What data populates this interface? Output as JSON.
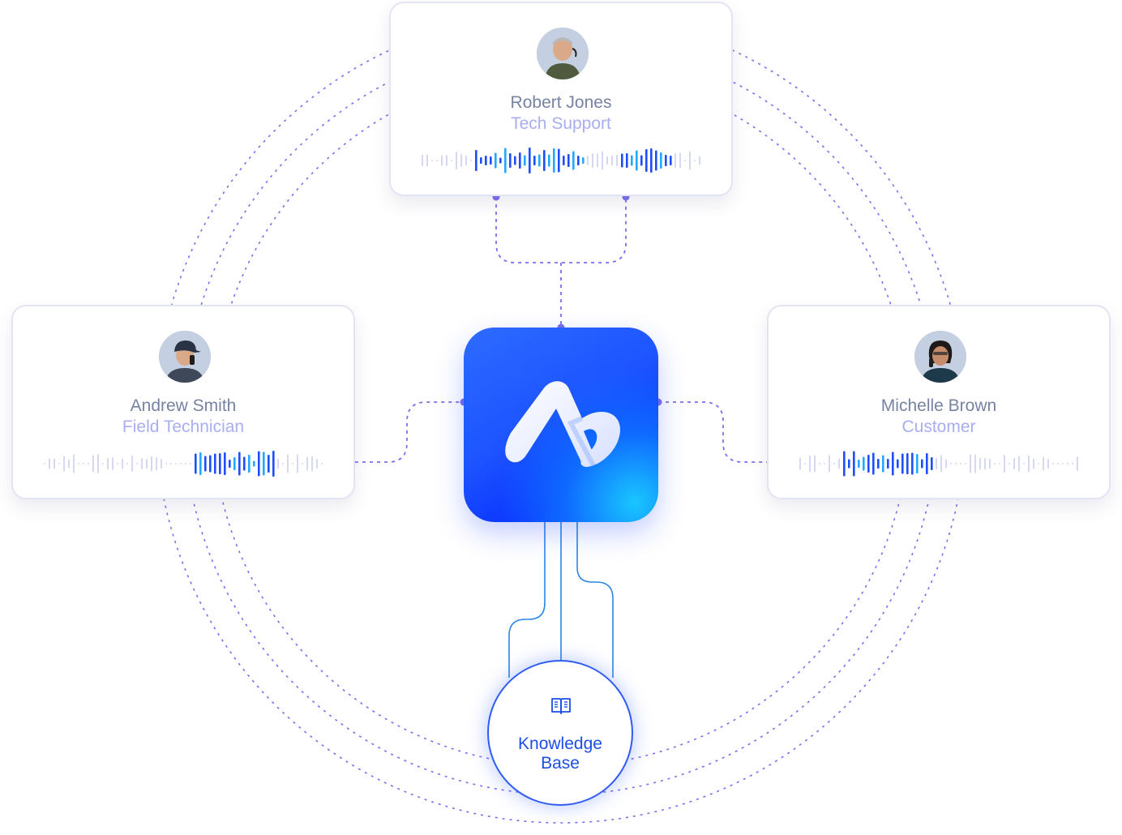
{
  "participants": {
    "robert": {
      "name": "Robert Jones",
      "role": "Tech Support"
    },
    "andrew": {
      "name": "Andrew Smith",
      "role": "Field Technician"
    },
    "michelle": {
      "name": "Michelle Brown",
      "role": "Customer"
    }
  },
  "hub": {
    "logo_icon": "app-logo-icon"
  },
  "knowledge_base": {
    "label_line1": "Knowledge",
    "label_line2": "Base",
    "icon": "open-book-icon"
  },
  "colors": {
    "connector": "#7b6ff0",
    "accent": "#1d4ee8",
    "wave_active": "#1e4dff",
    "wave_highlight": "#23a8ff",
    "wave_idle": "#d6d8f1",
    "name_text": "#7783a3",
    "role_text": "#a8aef0"
  }
}
